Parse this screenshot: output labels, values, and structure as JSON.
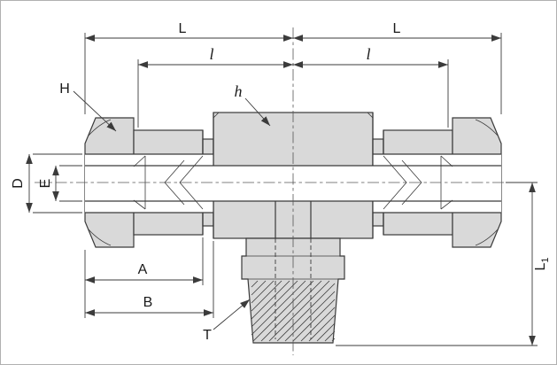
{
  "drawing": {
    "type": "technical-drawing",
    "subject": "male-branch-tee-compression-fitting-section-view",
    "colors": {
      "background": "#ffffff",
      "outline": "#3a3a3a",
      "metal_fill": "#d9d9d9",
      "centerline": "#555555",
      "frame_border": "#b0b0b0"
    },
    "dimensions": {
      "L_left": "L",
      "L_right": "L",
      "l_left": "l",
      "l_right": "l",
      "H": "H",
      "h": "h",
      "D": "D",
      "E": "E",
      "A": "A",
      "B": "B",
      "T": "T",
      "L1_base": "L",
      "L1_sub": "1"
    }
  }
}
